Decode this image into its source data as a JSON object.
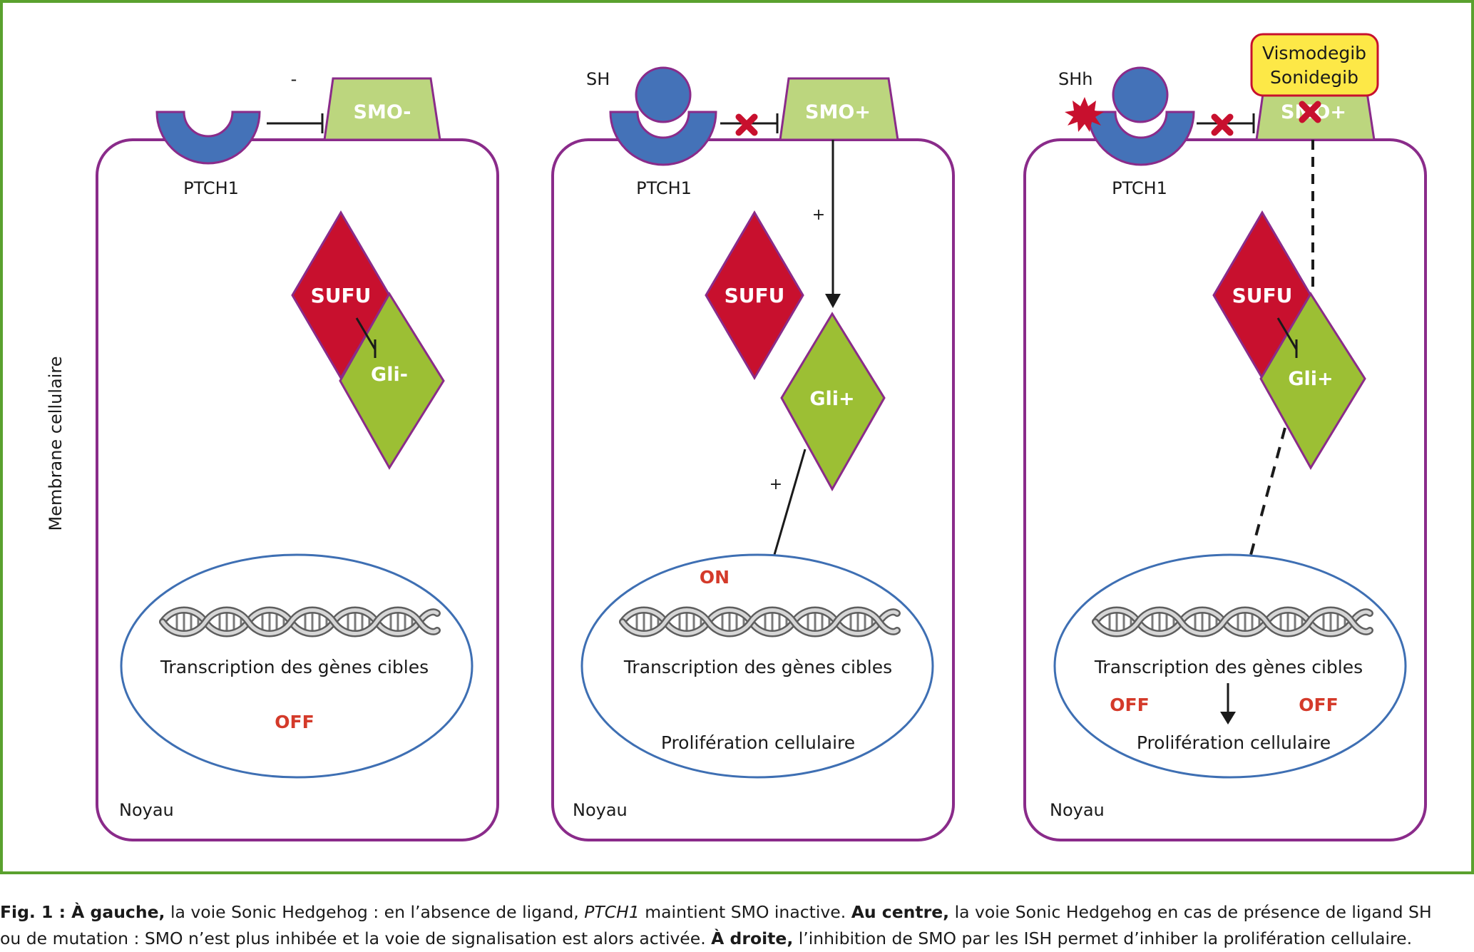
{
  "colors": {
    "frame": "#5aa12e",
    "cell_border": "#8a2b8a",
    "ptch": "#4472b8",
    "smo": "#bcd67e",
    "sufu": "#c8102e",
    "gli": "#9cbf34",
    "nucleus": "#3e6fb3",
    "status": "#d43a2a",
    "drug_fill": "#fde847",
    "drug_border": "#c8102e"
  },
  "shared": {
    "membrane_label": "Membrane cellulaire",
    "nucleus_label": "Noyau",
    "transcription_label": "Transcription des gènes cibles",
    "proliferation_label": "Prolifération cellulaire",
    "ptch_label": "PTCH1",
    "sufu_label": "SUFU"
  },
  "panels": [
    {
      "ligand_label": "",
      "inhibition_sign": "-",
      "smo_label": "SMO-",
      "gli_label": "Gli-",
      "status_label": "OFF"
    },
    {
      "ligand_label": "SH",
      "sign_smo_gli": "+",
      "sign_gli_dna": "+",
      "smo_label": "SMO+",
      "gli_label": "Gli+",
      "status_label": "ON"
    },
    {
      "ligand_label": "SHh",
      "smo_label": "SMO+",
      "gli_label": "Gli+",
      "drug_line1": "Vismodegib",
      "drug_line2": "Sonidegib",
      "status_left": "OFF",
      "status_right": "OFF"
    }
  ],
  "caption": {
    "fig": "Fig. 1 : ",
    "bold1": "À gauche,",
    "t1": " la voie Sonic Hedgehog : en l’absence de ligand, ",
    "gene": "PTCH1",
    "t2": " maintient SMO inactive. ",
    "bold2": "Au centre,",
    "t3": " la voie Sonic Hedgehog en cas de présence de ligand SH",
    "t4": "ou de mutation : SMO n’est plus inhibée et la voie de signalisation est alors activée. ",
    "bold3": "À droite,",
    "t5": " l’inhibition de SMO par les ISH permet d’inhiber la prolifération cellulaire."
  }
}
